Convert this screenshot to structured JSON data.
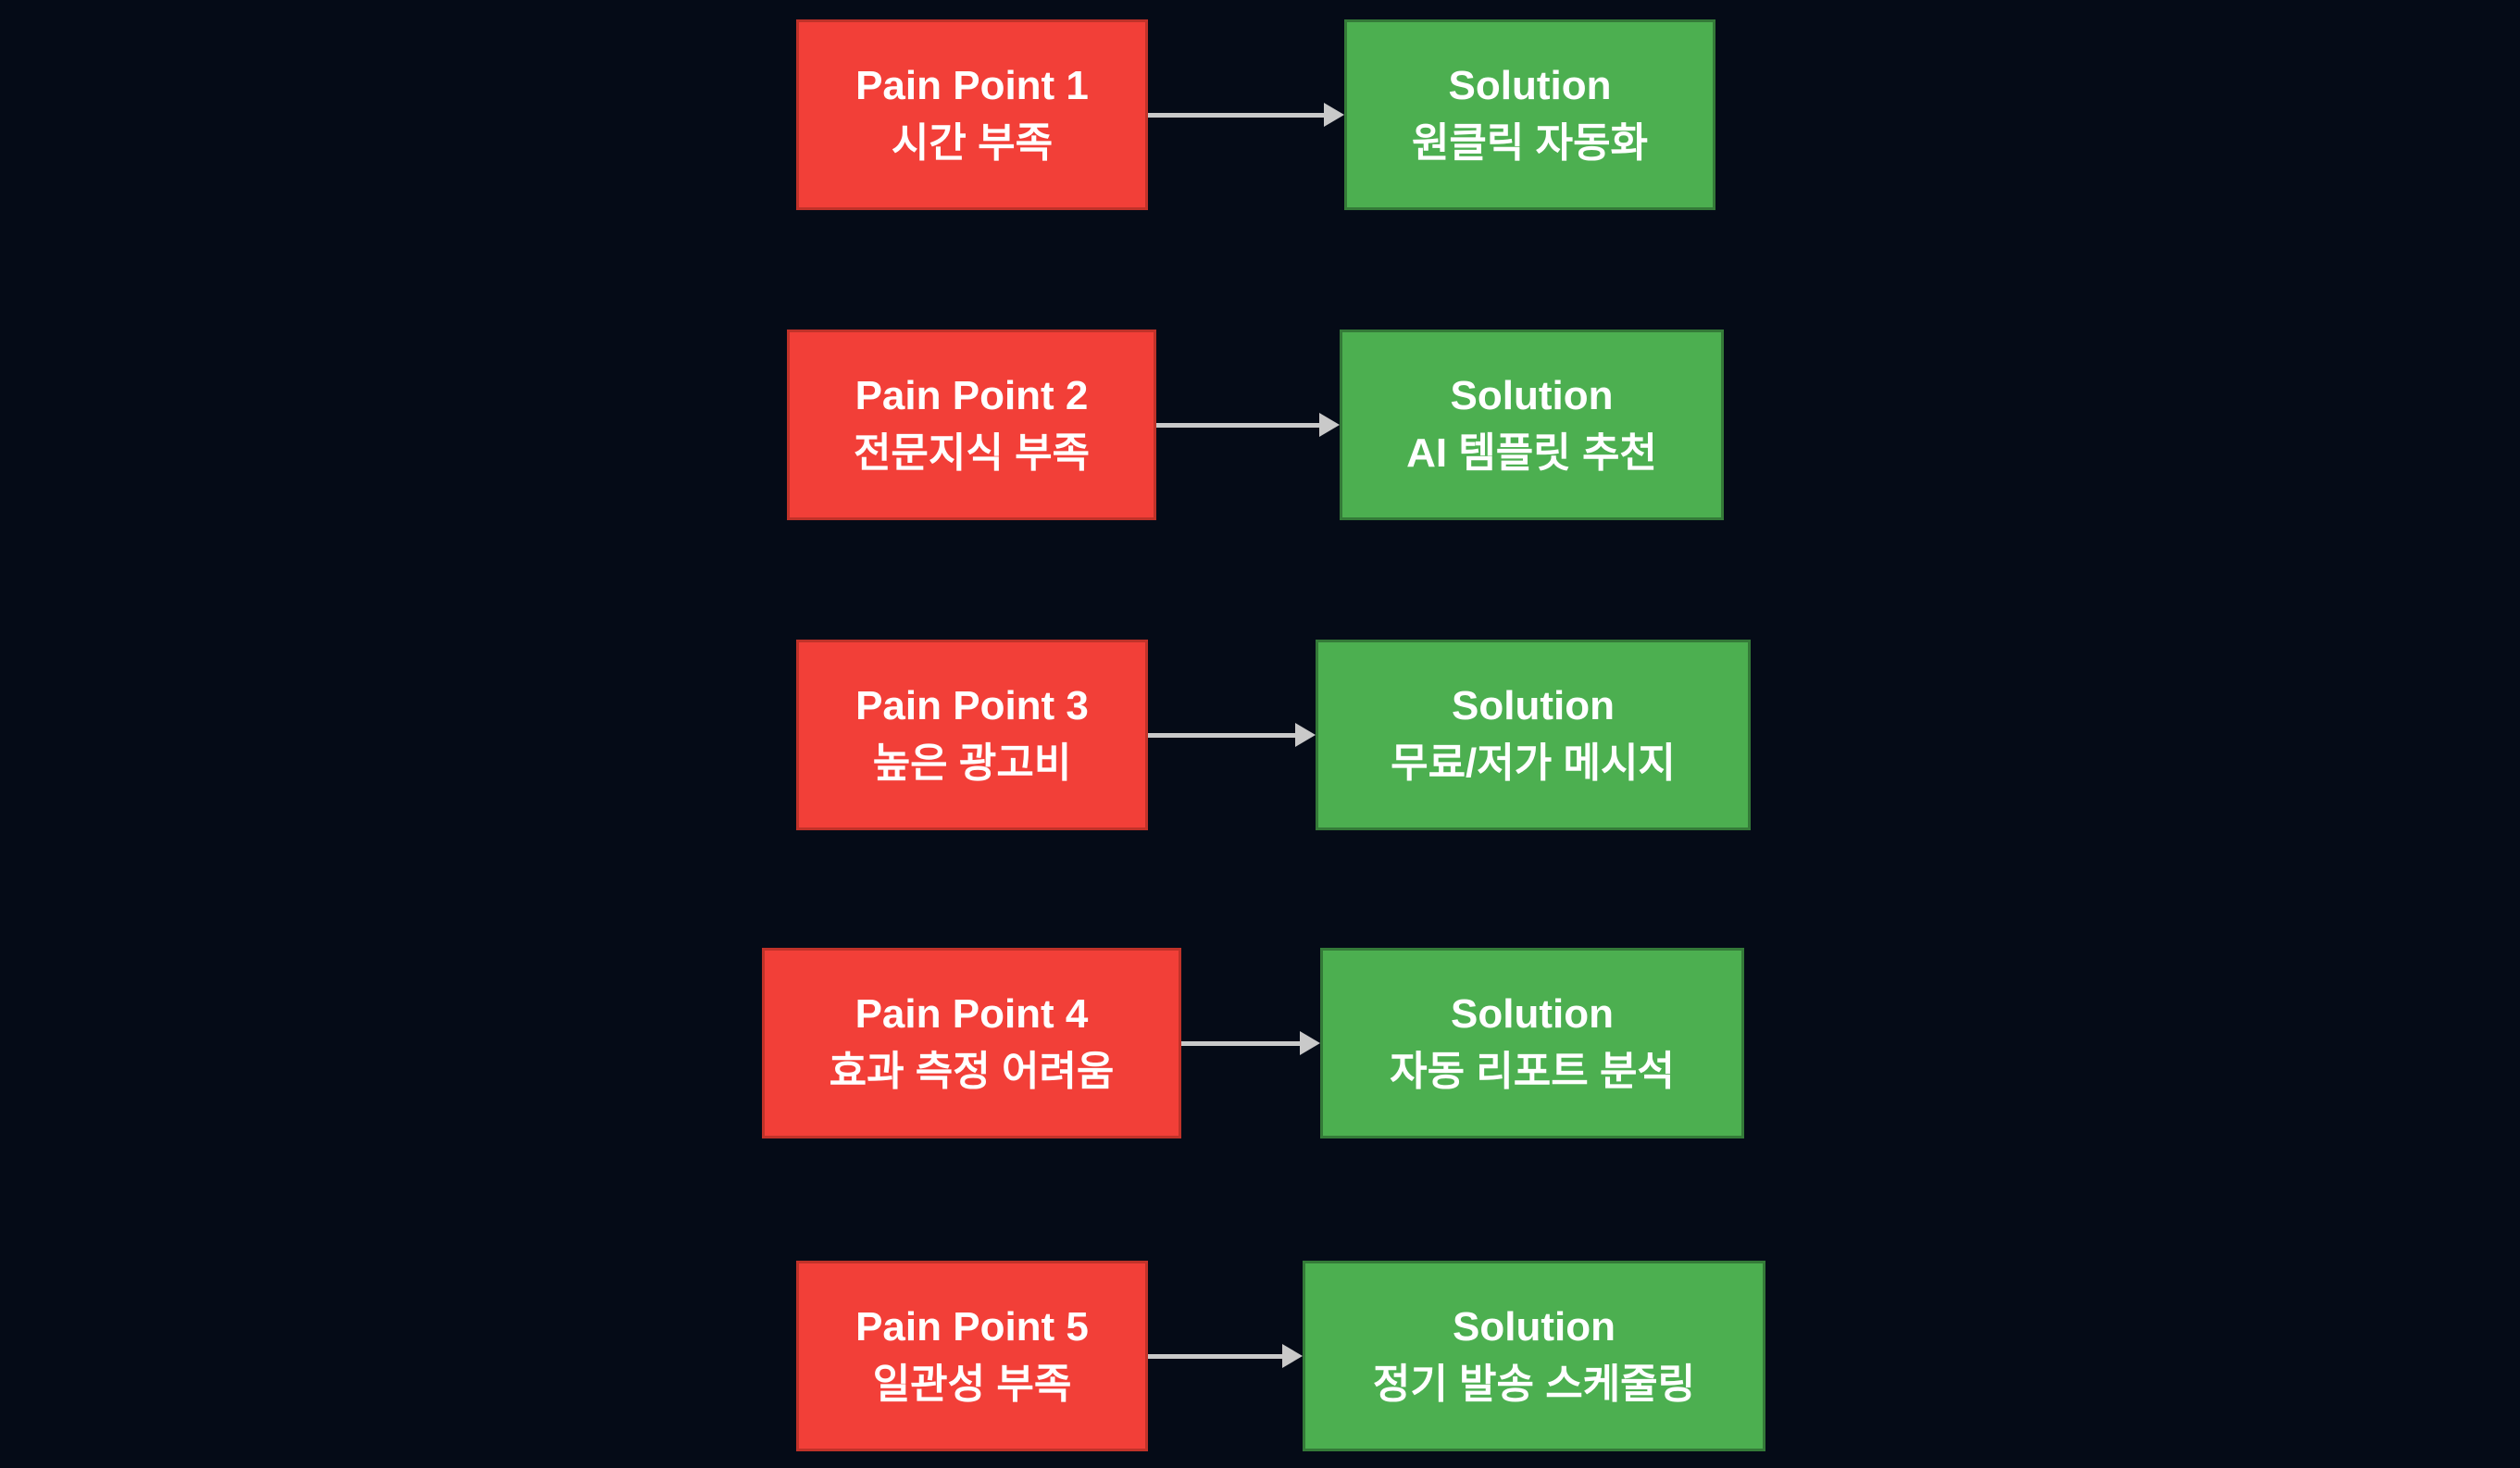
{
  "colors": {
    "background": "#050b17",
    "pain_fill": "#f23f38",
    "pain_border": "#c03229",
    "solution_fill": "#4caf50",
    "solution_border": "#347a38",
    "arrow": "#c9c9c9",
    "text": "#ffffff"
  },
  "rows": [
    {
      "pain": {
        "title": "Pain Point 1",
        "subtitle": "시간 부족"
      },
      "solution": {
        "title": "Solution",
        "subtitle": "원클릭 자동화"
      }
    },
    {
      "pain": {
        "title": "Pain Point 2",
        "subtitle": "전문지식 부족"
      },
      "solution": {
        "title": "Solution",
        "subtitle": "AI 템플릿 추천"
      }
    },
    {
      "pain": {
        "title": "Pain Point 3",
        "subtitle": "높은 광고비"
      },
      "solution": {
        "title": "Solution",
        "subtitle": "무료/저가 메시지"
      }
    },
    {
      "pain": {
        "title": "Pain Point 4",
        "subtitle": "효과 측정 어려움"
      },
      "solution": {
        "title": "Solution",
        "subtitle": "자동 리포트 분석"
      }
    },
    {
      "pain": {
        "title": "Pain Point 5",
        "subtitle": "일관성 부족"
      },
      "solution": {
        "title": "Solution",
        "subtitle": "정기 발송 스케줄링"
      }
    }
  ]
}
